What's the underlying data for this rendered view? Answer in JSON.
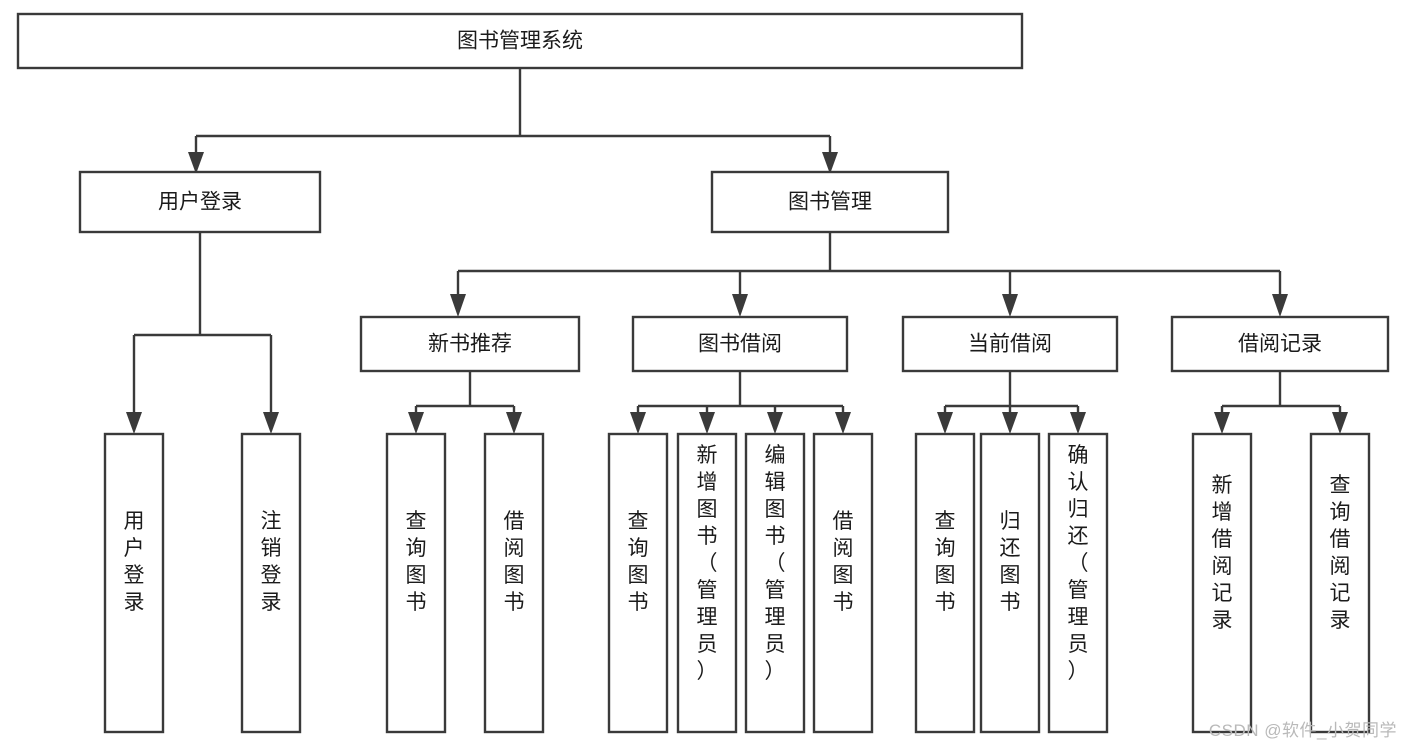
{
  "title": "图书管理系统",
  "watermark": "CSDN @软件_小贺同学",
  "colors": {
    "stroke": "#3a3a3a",
    "box_fill": "#ffffff",
    "text": "#1b1b1b",
    "background": "#ffffff",
    "watermark": "#b9b9b9"
  },
  "chart_data": {
    "type": "diagram",
    "diagram_type": "tree-hierarchy",
    "title": "图书管理系统",
    "orientation": "top-down",
    "levels": 4,
    "nodes": [
      {
        "id": "root",
        "label": "图书管理系统",
        "level": 0,
        "parent": null,
        "orientation": "horizontal"
      },
      {
        "id": "n-user-login",
        "label": "用户登录",
        "level": 1,
        "parent": "root",
        "orientation": "horizontal"
      },
      {
        "id": "n-book-mgmt",
        "label": "图书管理",
        "level": 1,
        "parent": "root",
        "orientation": "horizontal"
      },
      {
        "id": "n-new-book-rec",
        "label": "新书推荐",
        "level": 2,
        "parent": "n-book-mgmt",
        "orientation": "horizontal"
      },
      {
        "id": "n-book-borrow",
        "label": "图书借阅",
        "level": 2,
        "parent": "n-book-mgmt",
        "orientation": "horizontal"
      },
      {
        "id": "n-current-borrow",
        "label": "当前借阅",
        "level": 2,
        "parent": "n-book-mgmt",
        "orientation": "horizontal"
      },
      {
        "id": "n-borrow-record",
        "label": "借阅记录",
        "level": 2,
        "parent": "n-book-mgmt",
        "orientation": "horizontal"
      },
      {
        "id": "l-user-login",
        "label": "用户登录",
        "level": 2,
        "parent": "n-user-login",
        "orientation": "vertical"
      },
      {
        "id": "l-user-logout",
        "label": "注销登录",
        "level": 2,
        "parent": "n-user-login",
        "orientation": "vertical"
      },
      {
        "id": "l-rec-query",
        "label": "查询图书",
        "level": 3,
        "parent": "n-new-book-rec",
        "orientation": "vertical"
      },
      {
        "id": "l-rec-borrow",
        "label": "借阅图书",
        "level": 3,
        "parent": "n-new-book-rec",
        "orientation": "vertical"
      },
      {
        "id": "l-bb-query",
        "label": "查询图书",
        "level": 3,
        "parent": "n-book-borrow",
        "orientation": "vertical"
      },
      {
        "id": "l-bb-add",
        "label": "新增图书（管理员）",
        "level": 3,
        "parent": "n-book-borrow",
        "orientation": "vertical"
      },
      {
        "id": "l-bb-edit",
        "label": "编辑图书（管理员）",
        "level": 3,
        "parent": "n-book-borrow",
        "orientation": "vertical"
      },
      {
        "id": "l-bb-borrow",
        "label": "借阅图书",
        "level": 3,
        "parent": "n-book-borrow",
        "orientation": "vertical"
      },
      {
        "id": "l-cb-query",
        "label": "查询图书",
        "level": 3,
        "parent": "n-current-borrow",
        "orientation": "vertical"
      },
      {
        "id": "l-cb-return",
        "label": "归还图书",
        "level": 3,
        "parent": "n-current-borrow",
        "orientation": "vertical"
      },
      {
        "id": "l-cb-confirm",
        "label": "确认归还（管理员）",
        "level": 3,
        "parent": "n-current-borrow",
        "orientation": "vertical"
      },
      {
        "id": "l-br-add",
        "label": "新增借阅记录",
        "level": 3,
        "parent": "n-borrow-record",
        "orientation": "vertical"
      },
      {
        "id": "l-br-query",
        "label": "查询借阅记录",
        "level": 3,
        "parent": "n-borrow-record",
        "orientation": "vertical"
      }
    ],
    "edges": [
      {
        "from": "root",
        "to": "n-user-login"
      },
      {
        "from": "root",
        "to": "n-book-mgmt"
      },
      {
        "from": "n-user-login",
        "to": "l-user-login"
      },
      {
        "from": "n-user-login",
        "to": "l-user-logout"
      },
      {
        "from": "n-book-mgmt",
        "to": "n-new-book-rec"
      },
      {
        "from": "n-book-mgmt",
        "to": "n-book-borrow"
      },
      {
        "from": "n-book-mgmt",
        "to": "n-current-borrow"
      },
      {
        "from": "n-book-mgmt",
        "to": "n-borrow-record"
      },
      {
        "from": "n-new-book-rec",
        "to": "l-rec-query"
      },
      {
        "from": "n-new-book-rec",
        "to": "l-rec-borrow"
      },
      {
        "from": "n-book-borrow",
        "to": "l-bb-query"
      },
      {
        "from": "n-book-borrow",
        "to": "l-bb-add"
      },
      {
        "from": "n-book-borrow",
        "to": "l-bb-edit"
      },
      {
        "from": "n-book-borrow",
        "to": "l-bb-borrow"
      },
      {
        "from": "n-current-borrow",
        "to": "l-cb-query"
      },
      {
        "from": "n-current-borrow",
        "to": "l-cb-return"
      },
      {
        "from": "n-current-borrow",
        "to": "l-cb-confirm"
      },
      {
        "from": "n-borrow-record",
        "to": "l-br-add"
      },
      {
        "from": "n-borrow-record",
        "to": "l-br-query"
      }
    ]
  }
}
